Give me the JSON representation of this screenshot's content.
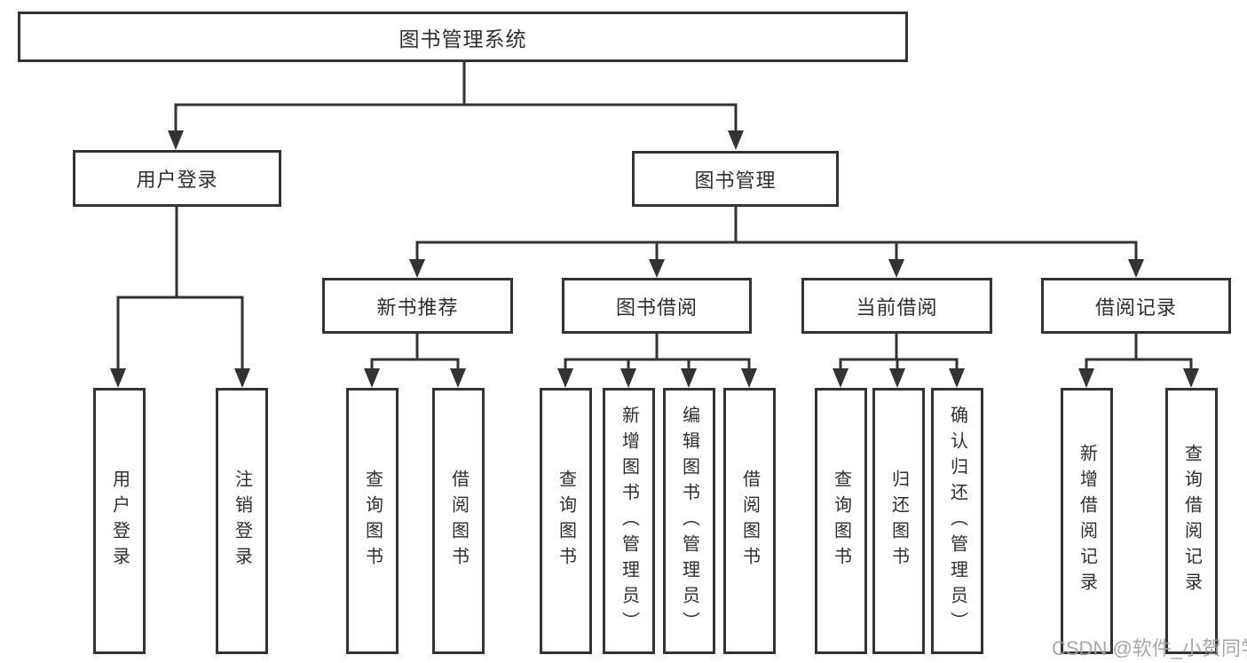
{
  "diagram": {
    "root": {
      "label": "图书管理系统"
    },
    "level1": [
      {
        "label": "用户登录"
      },
      {
        "label": "图书管理"
      }
    ],
    "level2": [
      {
        "label": "新书推荐"
      },
      {
        "label": "图书借阅"
      },
      {
        "label": "当前借阅"
      },
      {
        "label": "借阅记录"
      }
    ],
    "leaves_user_login": [
      "用户登录",
      "注销登录"
    ],
    "leaves_new_book": [
      "查询图书",
      "借阅图书"
    ],
    "leaves_book_borrow": [
      "查询图书",
      "新增图书（管理员）",
      "编辑图书（管理员）",
      "借阅图书"
    ],
    "leaves_current_borrow": [
      "查询图书",
      "归还图书",
      "确认归还（管理员）"
    ],
    "leaves_borrow_records": [
      "新增借阅记录",
      "查询借阅记录"
    ],
    "watermark": "CSDN @软件_小贺同学",
    "colors": {
      "line": "#333333",
      "box_border": "#333333",
      "text": "#2e2e2e",
      "watermark": "#9e9e9e",
      "background": "#ffffff"
    }
  }
}
